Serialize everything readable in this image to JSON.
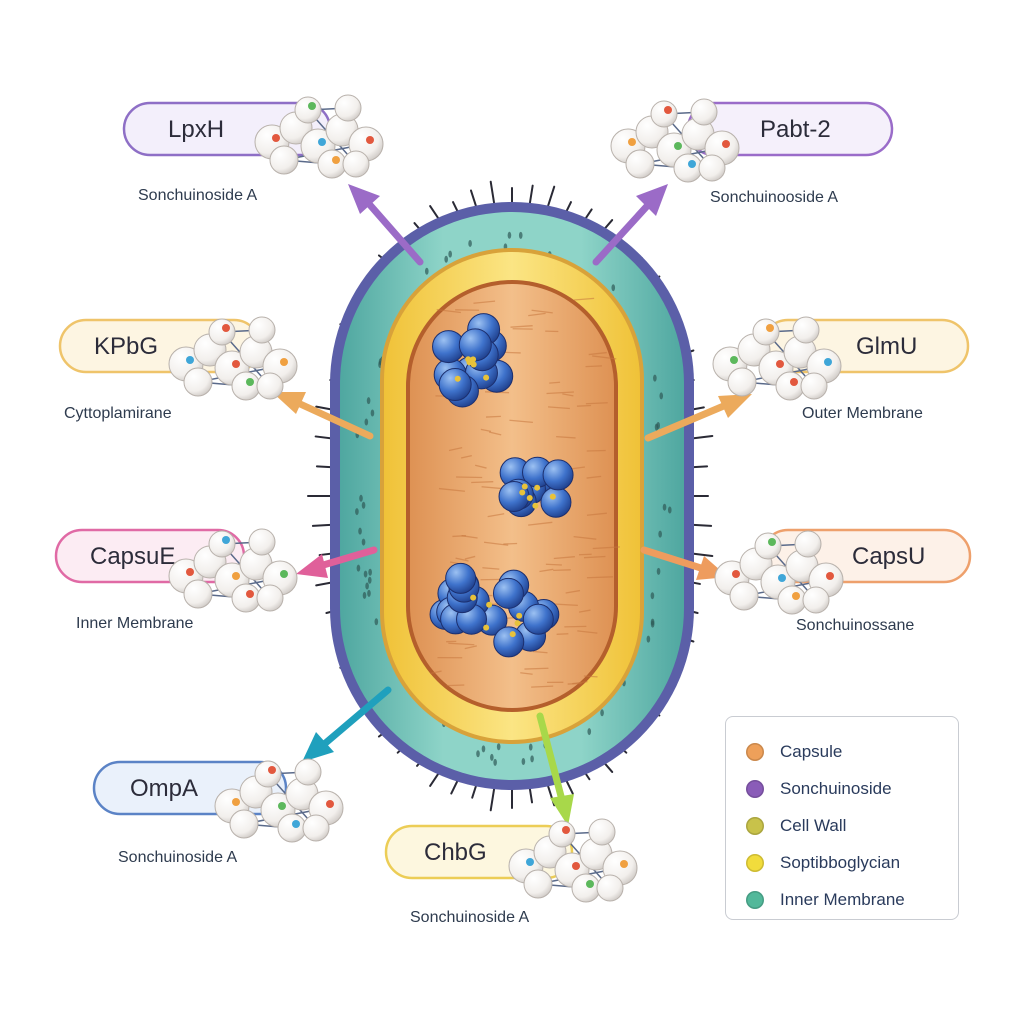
{
  "colors": {
    "capsule_outer": "#5b5fa8",
    "outer_membrane": "#72c5b8",
    "cell_wall": "#f2cf44",
    "cytoplasm": "#e9a36a",
    "protein": "#3d6fc7"
  },
  "callouts": [
    {
      "id": "lpxh",
      "label": "LpxH",
      "sublabel": "Sonchuinoside A",
      "border": "#8e6fc6",
      "fill": "#f3effb",
      "arrow": "#9b6bc7"
    },
    {
      "id": "pabt2",
      "label": "Pabt-2",
      "sublabel": "Sonchuinooside A",
      "border": "#9a6cc9",
      "fill": "#f5f0fb",
      "arrow": "#9b6bc7"
    },
    {
      "id": "kpbg",
      "label": "KPbG",
      "sublabel": "Cyttoplamirane",
      "border": "#efc46a",
      "fill": "#fdf5e2",
      "arrow": "#ecaa5c"
    },
    {
      "id": "glmu",
      "label": "GlmU",
      "sublabel": "Outer Membrane",
      "border": "#efc46a",
      "fill": "#fdf5e2",
      "arrow": "#ecaa5c"
    },
    {
      "id": "capsue",
      "label": "CapsuE",
      "sublabel": "Inner Membrane",
      "border": "#e06aa5",
      "fill": "#fcecf3",
      "arrow": "#e0609a"
    },
    {
      "id": "capsu",
      "label": "CapsU",
      "sublabel": "Sonchuinossane",
      "border": "#eea06c",
      "fill": "#fdf1e8",
      "arrow": "#ee9c5e"
    },
    {
      "id": "ompa",
      "label": "OmpA",
      "sublabel": "Sonchuinoside A",
      "border": "#5b83c6",
      "fill": "#eaf1fb",
      "arrow": "#1fa0bd"
    },
    {
      "id": "chbg",
      "label": "ChbG",
      "sublabel": "Sonchuinoside A",
      "border": "#eccd56",
      "fill": "#fdf7df",
      "arrow": "#a8d84a"
    }
  ],
  "legend": [
    {
      "label": "Capsule",
      "color": "#eea05a"
    },
    {
      "label": "Sonchuinoside",
      "color": "#8a5cb8"
    },
    {
      "label": "Cell Wall",
      "color": "#c8c24a"
    },
    {
      "label": "Soptibboglycian",
      "color": "#f1dc3c"
    },
    {
      "label": "Inner Membrane",
      "color": "#52b89a"
    }
  ]
}
